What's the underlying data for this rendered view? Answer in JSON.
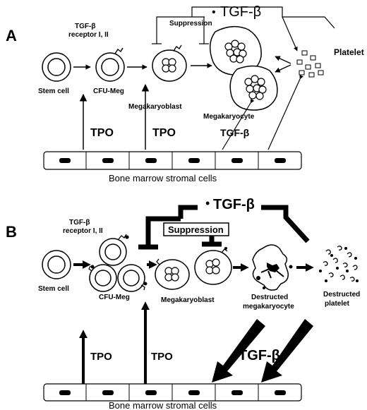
{
  "panel_a": {
    "letter": "A",
    "tgf_top": "TGF-β",
    "bullet": "•",
    "suppression": "Suppression",
    "receptor_line1": "TGF-β",
    "receptor_line2": "receptor I, II",
    "platelet": "Platelet",
    "stem_cell": "Stem cell",
    "cfu_meg": "CFU-Meg",
    "megakaryoblast": "Megakaryoblast",
    "megakaryocyte": "Megakaryocyte",
    "tpo_1": "TPO",
    "tpo_2": "TPO",
    "tgf_lower": "TGF-β",
    "stromal": "Bone marrow stromal cells"
  },
  "panel_b": {
    "letter": "B",
    "tgf_top": "TGF-β",
    "bullet": "•",
    "suppression": "Suppression",
    "receptor_line1": "TGF-β",
    "receptor_line2": "receptor I, II",
    "stem_cell": "Stem cell",
    "cfu_meg": "CFU-Meg",
    "megakaryoblast": "Megakaryoblast",
    "destructed_mk_line1": "Destructed",
    "destructed_mk_line2": "megakaryocyte",
    "destructed_pl_line1": "Destructed",
    "destructed_pl_line2": "platelet",
    "tpo_1": "TPO",
    "tpo_2": "TPO",
    "tgf_lower": "TGF-β",
    "stromal": "Bone marrow stromal cells"
  },
  "colors": {
    "ink": "#000000",
    "background": "#ffffff"
  }
}
